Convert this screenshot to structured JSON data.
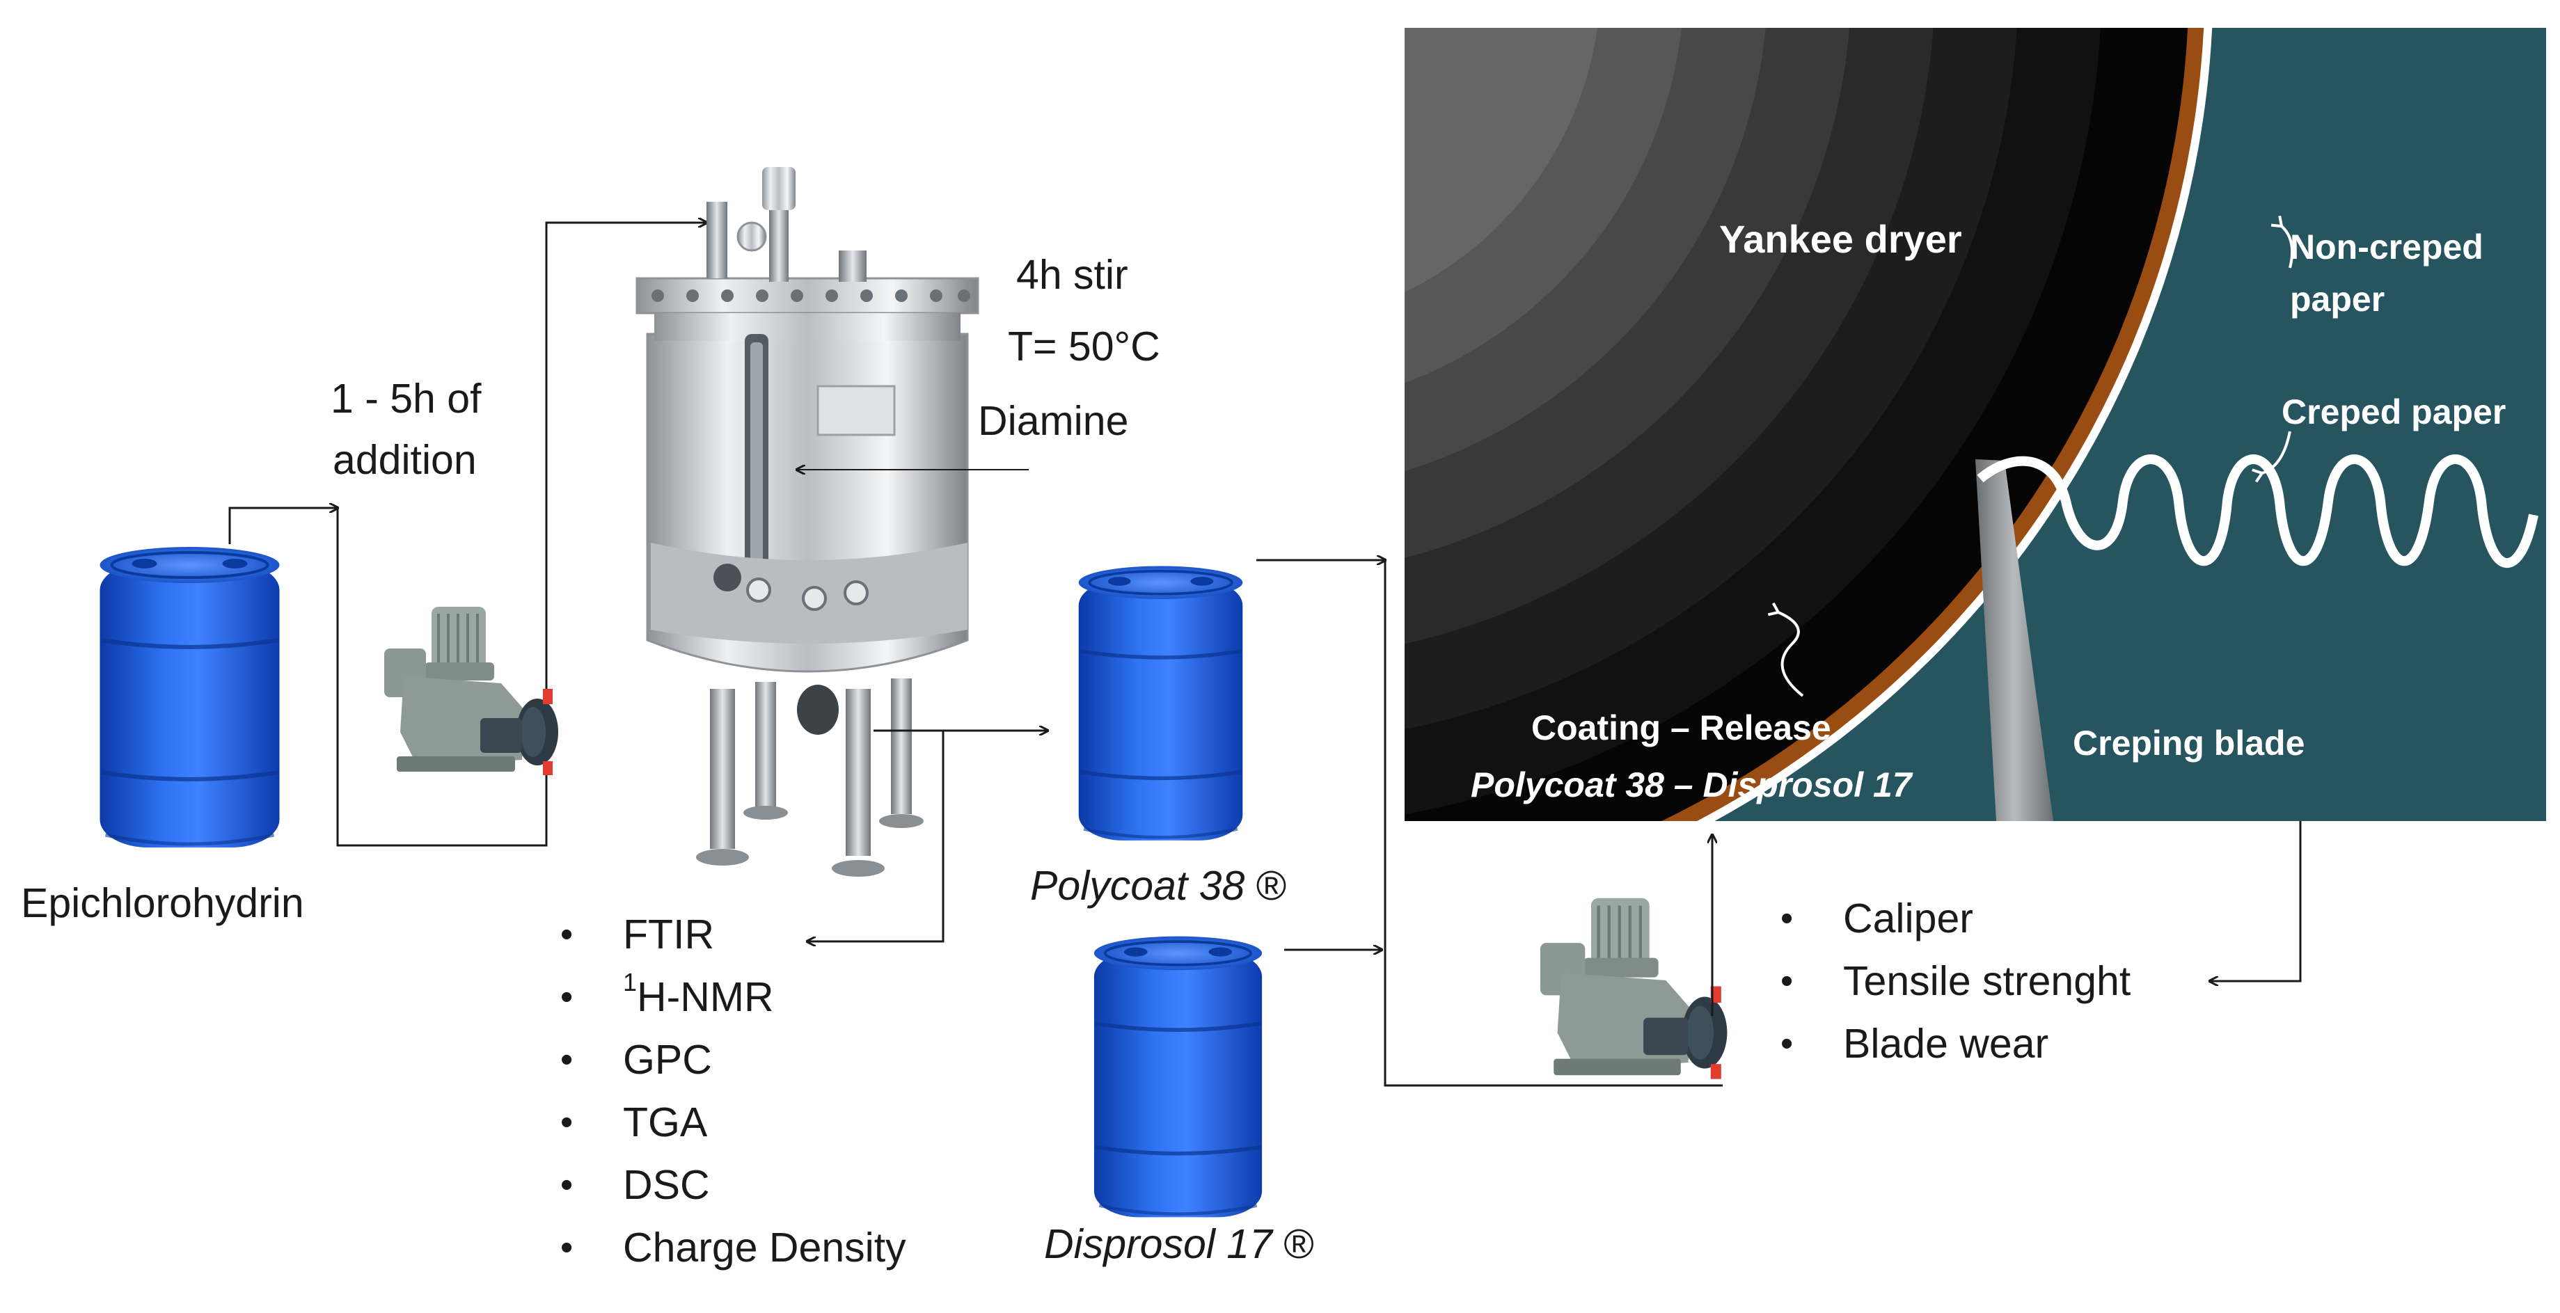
{
  "labels": {
    "epichlorohydrin": "Epichlorohydrin",
    "addition_line1": "1 - 5h of",
    "addition_line2": "addition",
    "stir": "4h stir",
    "temperature": "T= 50°C",
    "diamine": "Diamine",
    "polycoat": "Polycoat 38",
    "disprosol": "Disprosol 17",
    "registered_mark": "®"
  },
  "analysis_bullets": {
    "ftir": "FTIR",
    "hnmr_sup": "1",
    "hnmr": "H-NMR",
    "gpc": "GPC",
    "tga": "TGA",
    "dsc": "DSC",
    "charge_density": "Charge Density"
  },
  "paper_tests": [
    "Caliper",
    "Tensile strenght",
    "Blade wear"
  ],
  "yankee_panel": {
    "yankee_dryer": "Yankee dryer",
    "non_creped_line1": "Non-creped",
    "non_creped_line2": "paper",
    "creped_paper": "Creped paper",
    "coating_release": "Coating – Release",
    "coating_products": "Polycoat 38 – Disprosol 17",
    "creping_blade": "Creping blade"
  },
  "colors": {
    "drum_blue": "#1f5fd6",
    "panel_teal": "#26555f",
    "coating_brown": "#9a4d12",
    "pump_body": "#8d9a96",
    "vessel_steel": "#c9ccd0"
  },
  "icons": [
    "blue-drum-icon",
    "dosing-pump-icon",
    "stainless-reactor-icon"
  ]
}
